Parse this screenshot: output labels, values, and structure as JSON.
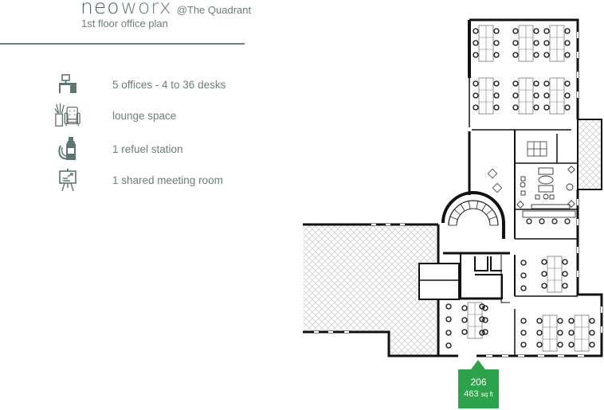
{
  "header": {
    "brand_neo": "neo",
    "brand_worx": "worx",
    "location": "@The Quadrant",
    "subtitle": "1st floor office plan"
  },
  "features": [
    {
      "icon": "desk-icon",
      "label": "5 offices - 4 to 36 desks"
    },
    {
      "icon": "lounge-icon",
      "label": "lounge space"
    },
    {
      "icon": "refuel-icon",
      "label": "1 refuel station"
    },
    {
      "icon": "meeting-board-icon",
      "label": "1 shared meeting room"
    }
  ],
  "unit_marker": {
    "number": "206",
    "area_value": "463",
    "area_unit": "sq ft",
    "color": "#2ea24a"
  },
  "colors": {
    "text": "#6b7e7c",
    "icon": "#5f7573",
    "wall": "#1a1a1a",
    "accent": "#2ea24a"
  }
}
